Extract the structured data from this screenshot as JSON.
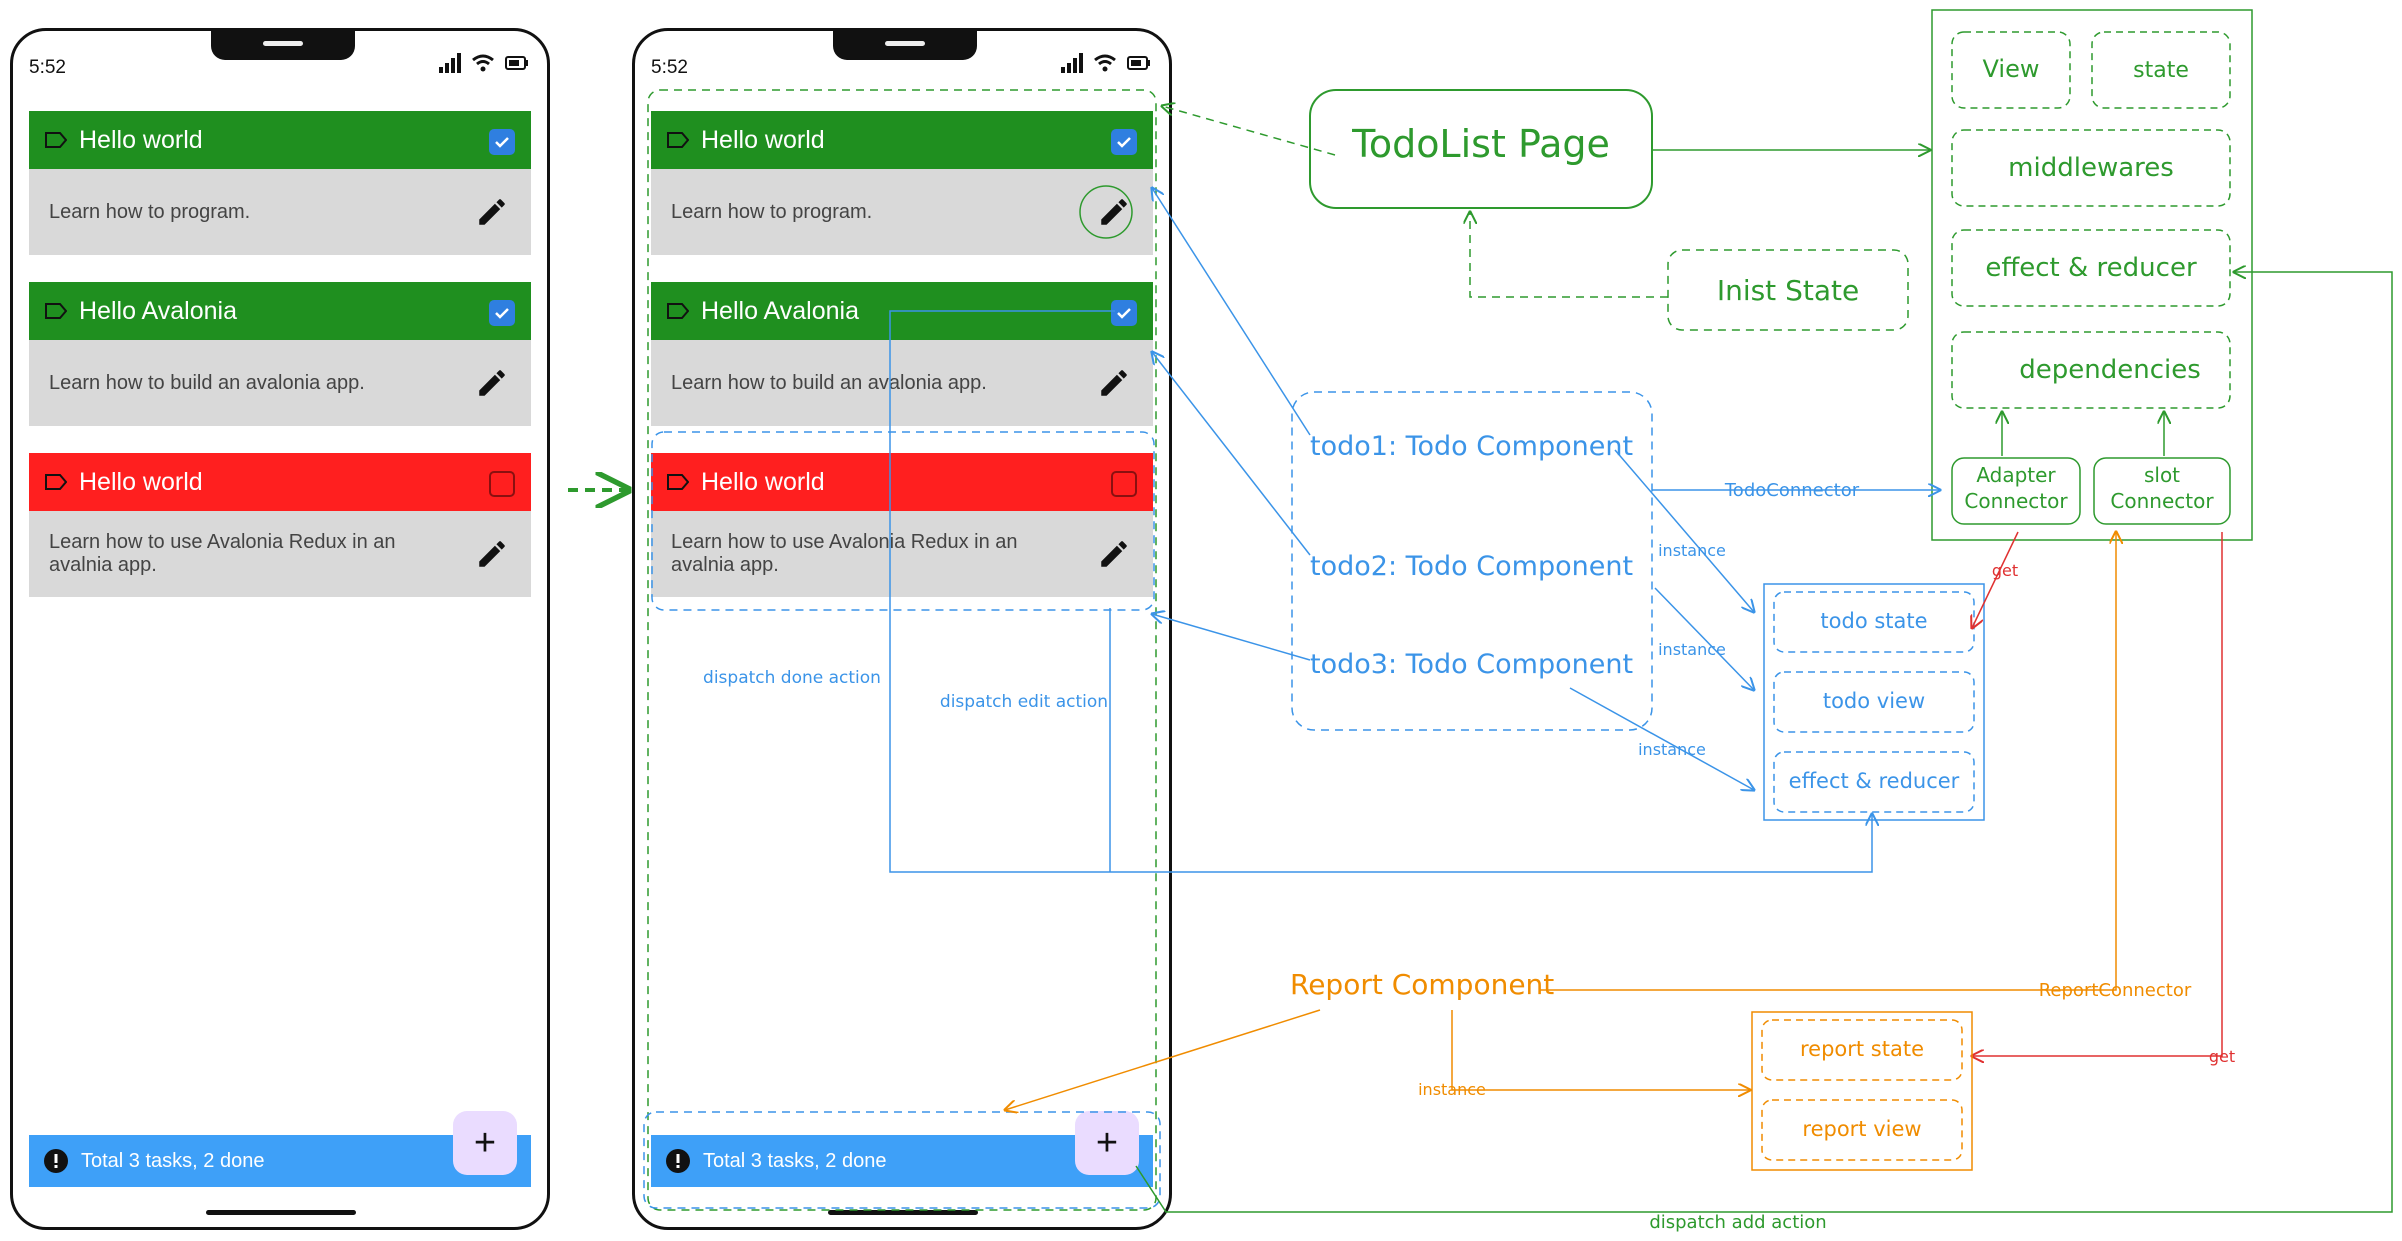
{
  "phone_left": {
    "time": "5:52",
    "cards": [
      {
        "title": "Hello world",
        "body": "Learn how to program.",
        "done": true
      },
      {
        "title": "Hello Avalonia",
        "body": "Learn how to build an avalonia app.",
        "done": true
      },
      {
        "title": "Hello world",
        "body": "Learn how to use Avalonia Redux in an avalnia app.",
        "done": false
      }
    ],
    "footer": "Total 3 tasks, 2 done",
    "fab": "+"
  },
  "phone_right": {
    "time": "5:52",
    "cards": [
      {
        "title": "Hello world",
        "body": "Learn how to program.",
        "done": true
      },
      {
        "title": "Hello Avalonia",
        "body": "Learn how to build an avalonia app.",
        "done": true
      },
      {
        "title": "Hello world",
        "body": "Learn how to use Avalonia Redux in an avalnia app.",
        "done": false
      }
    ],
    "footer": "Total 3 tasks, 2 done",
    "fab": "+"
  },
  "diagram": {
    "page": "TodoList Page",
    "init_state": "Inist State",
    "store": {
      "view": "View",
      "state": "state",
      "middlewares": "middlewares",
      "effect_reducer": "effect & reducer",
      "dependencies": "dependencies",
      "adapter_connector": [
        "Adapter",
        "Connector"
      ],
      "slot_connector": [
        "slot",
        "Connector"
      ]
    },
    "todo_components": [
      "todo1: Todo Component",
      "todo2: Todo Component",
      "todo3: Todo Component"
    ],
    "todo_connector": "TodoConnector",
    "todo_instance": {
      "state": "todo state",
      "view": "todo view",
      "effect": "effect & reducer"
    },
    "instance_label": "instance",
    "get_label": "get",
    "report_component": "Report Component",
    "report_connector": "ReportConnector",
    "report_instance": {
      "state": "report state",
      "view": "report view"
    },
    "dispatch_done": "dispatch done action",
    "dispatch_edit": "dispatch edit action",
    "dispatch_add": "dispatch add action"
  },
  "colors": {
    "green": "#2e9a2e",
    "blue": "#3b94e8",
    "orange": "#f08c00",
    "red": "#e03131",
    "card_green": "#1f8f1f",
    "card_red": "#ff1f1f"
  }
}
